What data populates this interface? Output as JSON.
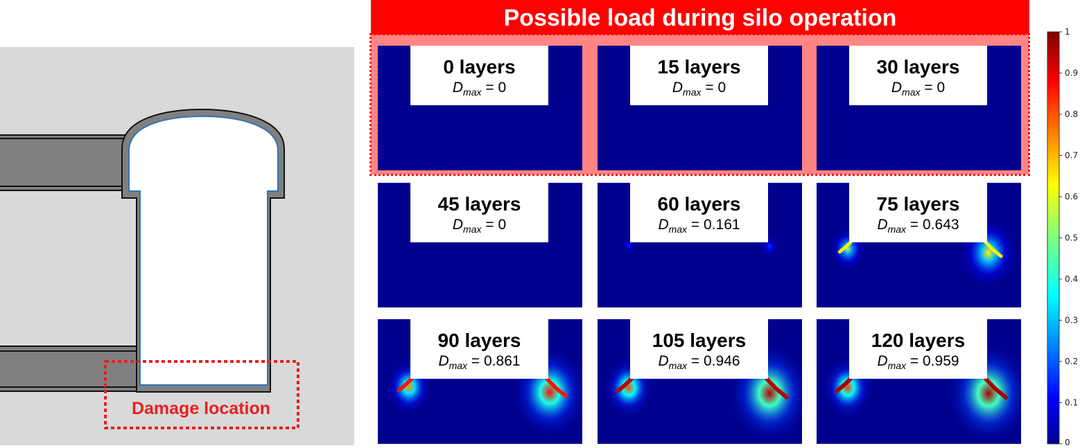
{
  "banner_title": "Possible load during silo operation",
  "damage_label": "Damage location",
  "colors": {
    "banner_red": "#ff0000",
    "highlight_pink": "#ff8484",
    "panel_blue": "#00008f",
    "damage_red": "#e82020",
    "wall_gray": "#808080",
    "background_gray": "#d9d9d9",
    "lining_blue": "#2e75b6"
  },
  "dmax_symbol": "D",
  "dmax_subscript": "max",
  "panels": [
    {
      "layers": "0 layers",
      "dmax": "0",
      "damage": 0
    },
    {
      "layers": "15 layers",
      "dmax": "0",
      "damage": 0
    },
    {
      "layers": "30 layers",
      "dmax": "0",
      "damage": 0
    },
    {
      "layers": "45 layers",
      "dmax": "0",
      "damage": 0
    },
    {
      "layers": "60 layers",
      "dmax": "0.161",
      "damage": 0.161
    },
    {
      "layers": "75 layers",
      "dmax": "0.643",
      "damage": 0.643
    },
    {
      "layers": "90 layers",
      "dmax": "0.861",
      "damage": 0.861
    },
    {
      "layers": "105 layers",
      "dmax": "0.946",
      "damage": 0.946
    },
    {
      "layers": "120 layers",
      "dmax": "0.959",
      "damage": 0.959
    }
  ],
  "colorbar": {
    "min": 0,
    "max": 1,
    "ticks": [
      "0",
      "0.1",
      "0.2",
      "0.3",
      "0.4",
      "0.5",
      "0.6",
      "0.7",
      "0.8",
      "0.9",
      "1"
    ],
    "colormap": "jet"
  }
}
